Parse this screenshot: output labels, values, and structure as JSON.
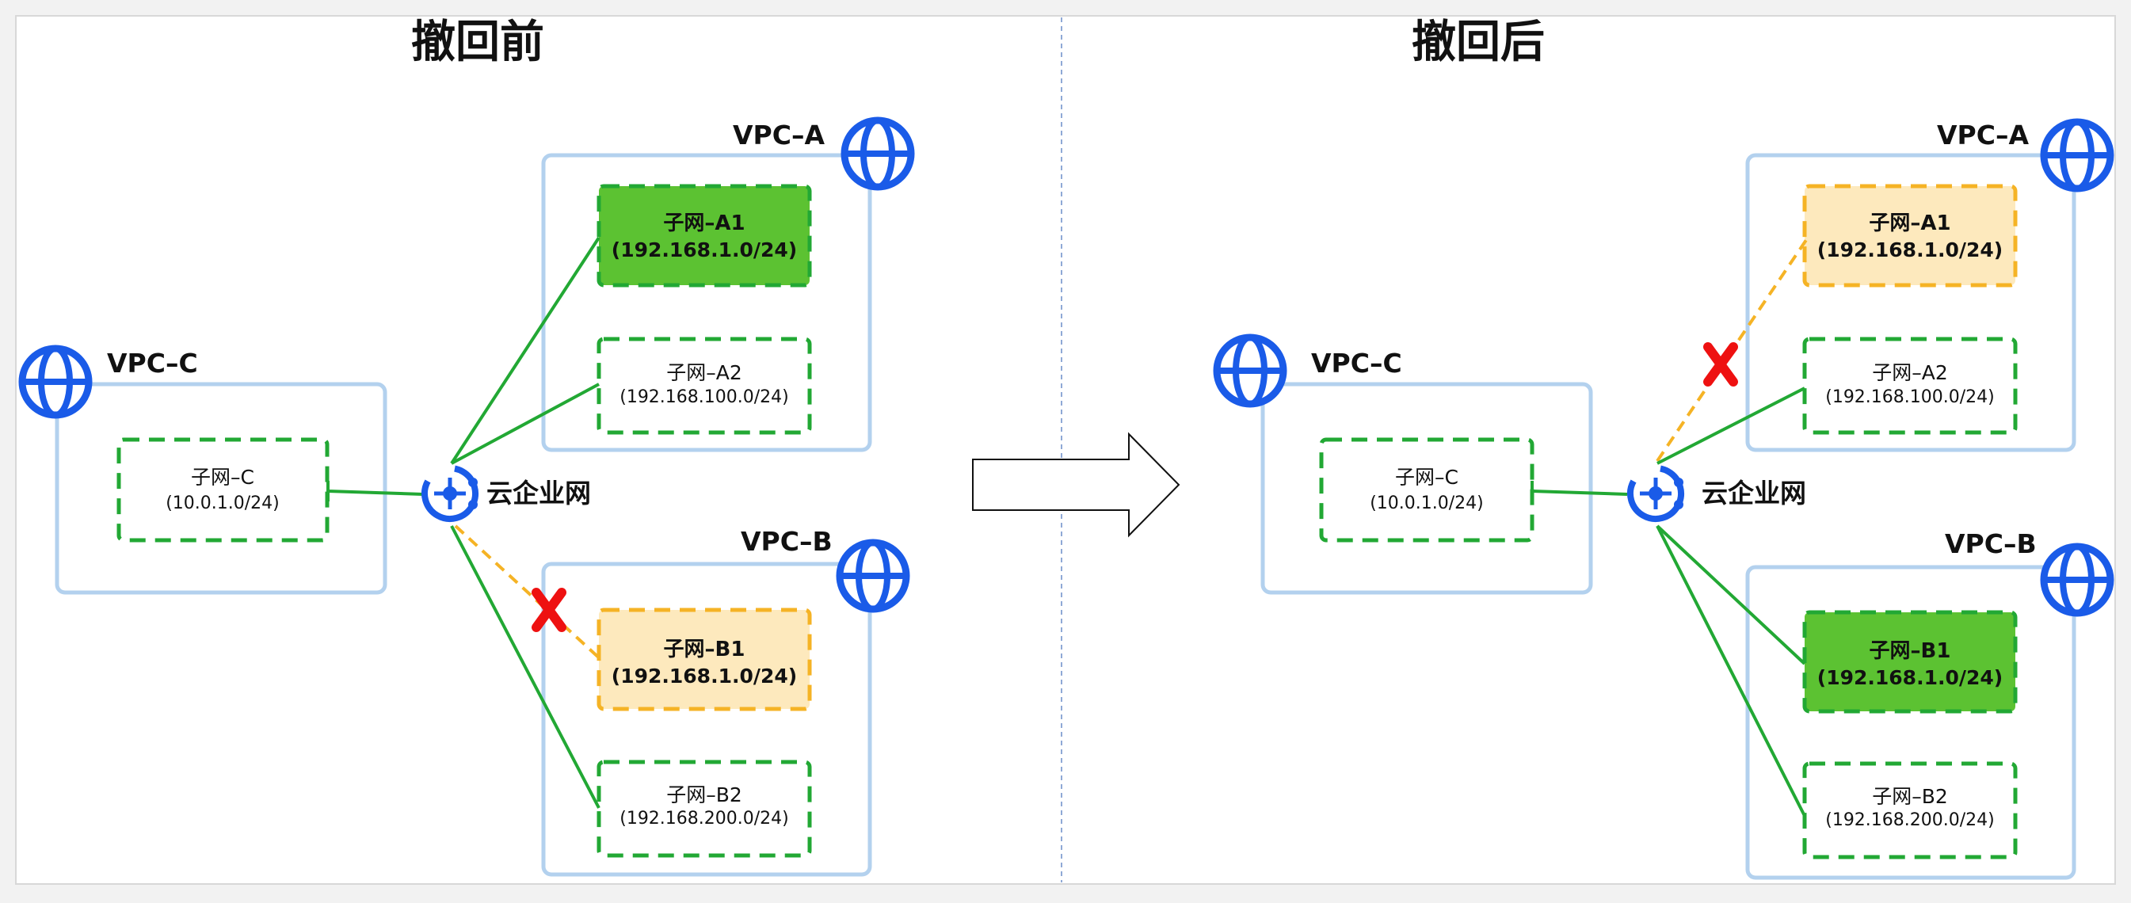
{
  "colors": {
    "vpc_border": "#b3d1ee",
    "subnet_border": "#22a834",
    "subnet_active_fill": "#5cc232",
    "subnet_pending_fill": "#fde9bd",
    "subnet_pending_border": "#f5b325",
    "link_green": "#22a834",
    "link_orange": "#f5b325",
    "globe_blue": "#1a5be8",
    "cross_red": "#ee1111",
    "divider": "#8fa9d6"
  },
  "before": {
    "title": "撤回前",
    "vpc_a": {
      "label": "VPC–A",
      "icon": "globe-icon",
      "subnets": [
        {
          "name": "子网–A1",
          "cidr": "(192.168.1.0/24)",
          "state": "active"
        },
        {
          "name": "子网–A2",
          "cidr": "(192.168.100.0/24)",
          "state": "normal"
        }
      ]
    },
    "vpc_b": {
      "label": "VPC–B",
      "icon": "globe-icon",
      "subnets": [
        {
          "name": "子网–B1",
          "cidr": "(192.168.1.0/24)",
          "state": "blocked"
        },
        {
          "name": "子网–B2",
          "cidr": "(192.168.200.0/24)",
          "state": "normal"
        }
      ]
    },
    "vpc_c": {
      "label": "VPC–C",
      "icon": "globe-icon",
      "subnets": [
        {
          "name": "子网–C",
          "cidr": "(10.0.1.0/24)",
          "state": "normal"
        }
      ]
    },
    "ccn": {
      "label": "云企业网",
      "icon": "cloud-network-icon"
    }
  },
  "after": {
    "title": "撤回后",
    "vpc_a": {
      "label": "VPC–A",
      "icon": "globe-icon",
      "subnets": [
        {
          "name": "子网–A1",
          "cidr": "(192.168.1.0/24)",
          "state": "blocked"
        },
        {
          "name": "子网–A2",
          "cidr": "(192.168.100.0/24)",
          "state": "normal"
        }
      ]
    },
    "vpc_b": {
      "label": "VPC–B",
      "icon": "globe-icon",
      "subnets": [
        {
          "name": "子网–B1",
          "cidr": "(192.168.1.0/24)",
          "state": "active"
        },
        {
          "name": "子网–B2",
          "cidr": "(192.168.200.0/24)",
          "state": "normal"
        }
      ]
    },
    "vpc_c": {
      "label": "VPC–C",
      "icon": "globe-icon",
      "subnets": [
        {
          "name": "子网–C",
          "cidr": "(10.0.1.0/24)",
          "state": "normal"
        }
      ]
    },
    "ccn": {
      "label": "云企业网",
      "icon": "cloud-network-icon"
    }
  },
  "transition_icon": "right-arrow-icon"
}
